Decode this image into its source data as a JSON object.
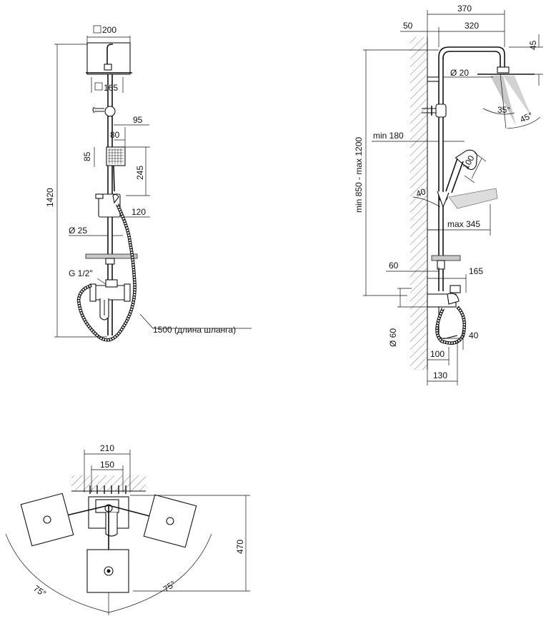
{
  "front_view": {
    "overhead_width": "200",
    "overhead_head": "165",
    "width_95": "95",
    "width_80": "80",
    "height_85": "85",
    "height_245": "245",
    "width_120": "120",
    "diameter_25": "Ø 25",
    "thread": "G 1/2\"",
    "height_1420": "1420",
    "hose_length": "1500 (длина шланга)"
  },
  "side_view": {
    "width_370": "370",
    "width_50": "50",
    "width_320": "320",
    "height_45": "45",
    "diameter_20": "Ø 20",
    "angle_35": "35°",
    "angle_45": "45°",
    "height_range": "min 850 - max 1200",
    "min_180": "min 180",
    "hand_100": "100",
    "angle_40": "40",
    "max_345": "max 345",
    "width_60": "60",
    "width_165": "165",
    "diameter_60": "Ø 60",
    "width_40": "40",
    "width_100": "100",
    "width_130": "130"
  },
  "top_view": {
    "width_210": "210",
    "width_150": "150",
    "height_470": "470",
    "angle_left": "75°",
    "angle_right": "75°"
  }
}
